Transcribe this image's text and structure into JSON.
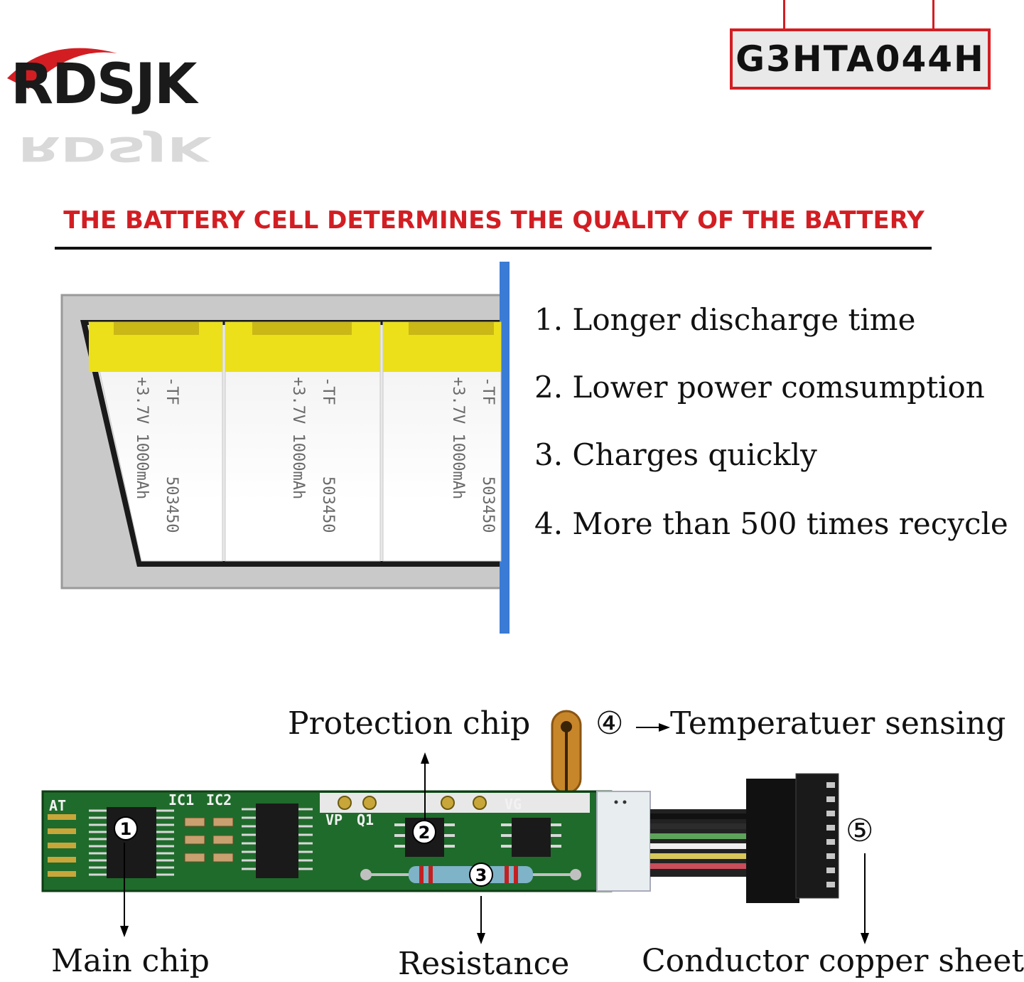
{
  "brand": {
    "name": "RDSJK"
  },
  "model": {
    "code": "G3HTA044H"
  },
  "headline": "THE BATTERY CELL DETERMINES THE QUALITY OF THE BATTERY",
  "battery_cell": {
    "print_line_1": "-TF",
    "print_line_2": "503450",
    "print_line_3": "+3.7V 1000mAh"
  },
  "features": [
    "1. Longer discharge time",
    "2. Lower power comsumption",
    "3. Charges quickly",
    "4. More than 500 times recycle"
  ],
  "board": {
    "silkscreen": {
      "at": "AT",
      "ic1": "IC1",
      "ic2": "IC2",
      "vp": "VP",
      "q1": "Q1",
      "vg": "VG"
    },
    "markers": [
      "1",
      "2",
      "3",
      "④",
      "⑤"
    ],
    "labels": {
      "protection_chip": "Protection chip",
      "temperature_sensing": "Temperatuer sensing",
      "main_chip": "Main chip",
      "resistance": "Resistance",
      "conductor": "Conductor copper sheet"
    }
  },
  "colors": {
    "accent_red": "#d21e23",
    "pcb_green": "#1f6b2b",
    "blue_edge": "#3a7bd5"
  }
}
